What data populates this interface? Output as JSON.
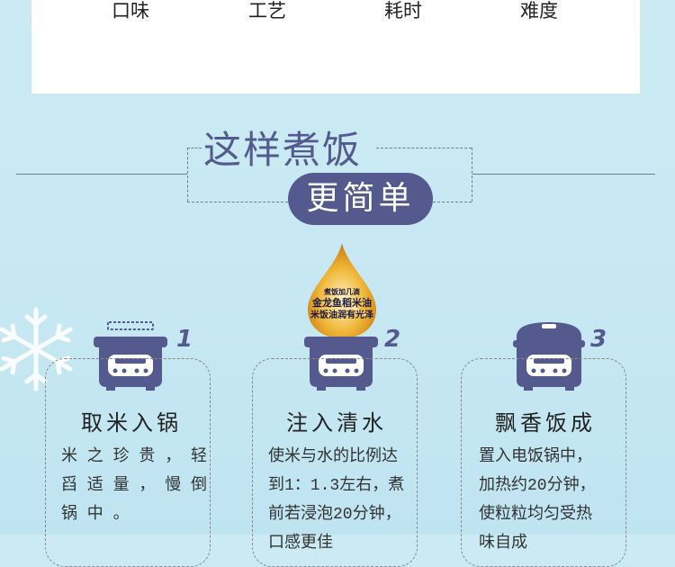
{
  "top_card": {
    "attributes": [
      "口味",
      "工艺",
      "耗时",
      "难度"
    ]
  },
  "section_title": {
    "main": "这样煮饭",
    "pill": "更简单"
  },
  "oil_drop": {
    "line1": "煮饭加几滴",
    "line2": "金龙鱼稻米油",
    "line3": "米饭油润有光泽"
  },
  "steps": [
    {
      "num": "1",
      "title": "取米入锅",
      "text": "米 之 珍 贵 ， 轻\n舀 适 量 ， 慢 倒\n锅 中 。"
    },
    {
      "num": "2",
      "title": "注入清水",
      "text": "使米与水的比例达\n到1：1.3左右，煮\n前若浸泡20分钟，\n口感更佳"
    },
    {
      "num": "3",
      "title": "飘香饭成",
      "text": "置入电饭锅中，\n加热约20分钟，\n使粒粒均匀受热\n味自成"
    }
  ],
  "colors": {
    "accent": "#545a8e",
    "background": "#c7e8f3",
    "gold": "#e8a92a"
  }
}
